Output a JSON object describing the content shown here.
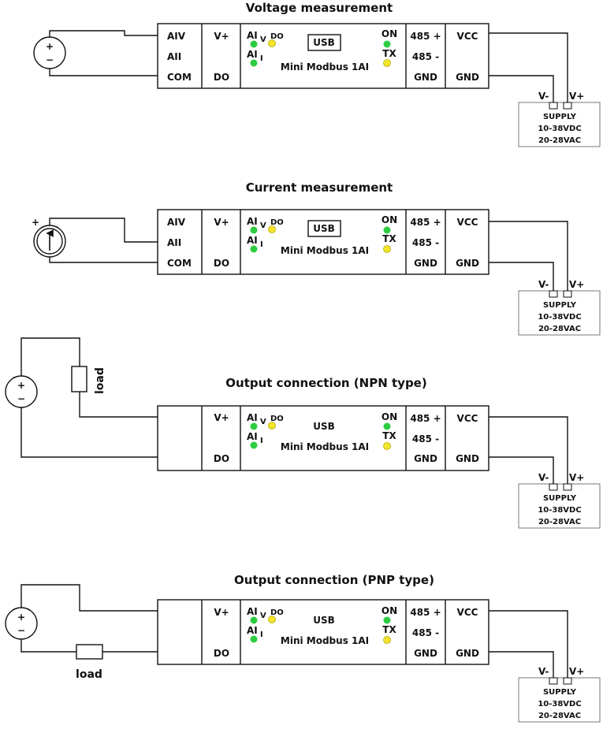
{
  "titles": {
    "voltage": "Voltage measurement",
    "current": "Current measurement",
    "npn": "Output connection (NPN type)",
    "pnp": "Output connection (PNP type)"
  },
  "module": {
    "input_labels": [
      "AIV",
      "AII",
      "COM"
    ],
    "vplus": "V+",
    "do": "DO",
    "ai": "AI",
    "v_sub": "V",
    "i_sub": "I",
    "do_led": "DO",
    "usb": "USB",
    "name": "Mini Modbus 1AI",
    "on": "ON",
    "tx": "TX",
    "rs485_plus": "485 +",
    "rs485_minus": "485 -",
    "gnd": "GND",
    "vcc": "VCC"
  },
  "supply": {
    "vminus": "V-",
    "vplus": "V+",
    "line1": "SUPPLY",
    "line2": "10-38VDC",
    "line3": "20-28VAC"
  },
  "source": {
    "plus": "+",
    "minus": "−"
  },
  "load": "load",
  "colors": {
    "led_green": "#2ecc40",
    "led_yellow": "#f2e52e"
  }
}
